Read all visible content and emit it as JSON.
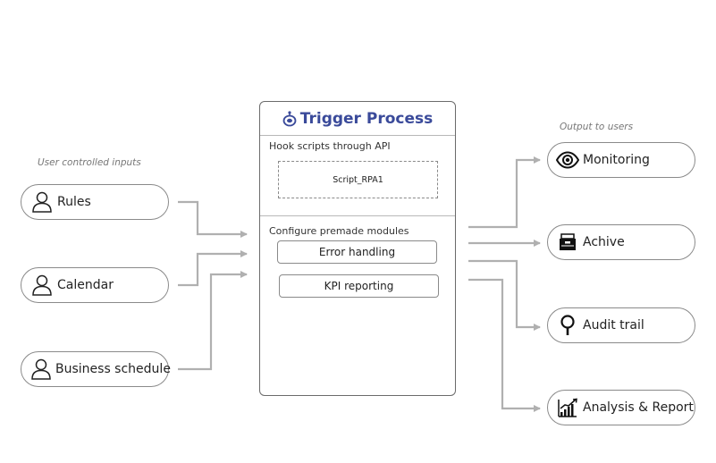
{
  "inputs": {
    "caption": "User controlled inputs",
    "items": [
      {
        "label": "Rules",
        "icon": "user-icon"
      },
      {
        "label": "Calendar",
        "icon": "user-icon"
      },
      {
        "label": "Business schedule",
        "icon": "user-icon"
      }
    ]
  },
  "process": {
    "title": "Trigger Process",
    "title_icon": "robot-antenna-icon",
    "title_color": "#3a4a9a",
    "hook_label": "Hook scripts through API",
    "script_name": "Script_RPA1",
    "modules_label": "Configure premade modules",
    "modules": [
      "Error handling",
      "KPI reporting"
    ]
  },
  "outputs": {
    "caption": "Output to users",
    "items": [
      {
        "label": "Monitoring",
        "icon": "eye-icon"
      },
      {
        "label": "Achive",
        "icon": "archive-icon"
      },
      {
        "label": "Audit trail",
        "icon": "magnifier-icon"
      },
      {
        "label": "Analysis & Report",
        "icon": "chart-icon"
      }
    ]
  },
  "connector_color": "#b0b0b0"
}
